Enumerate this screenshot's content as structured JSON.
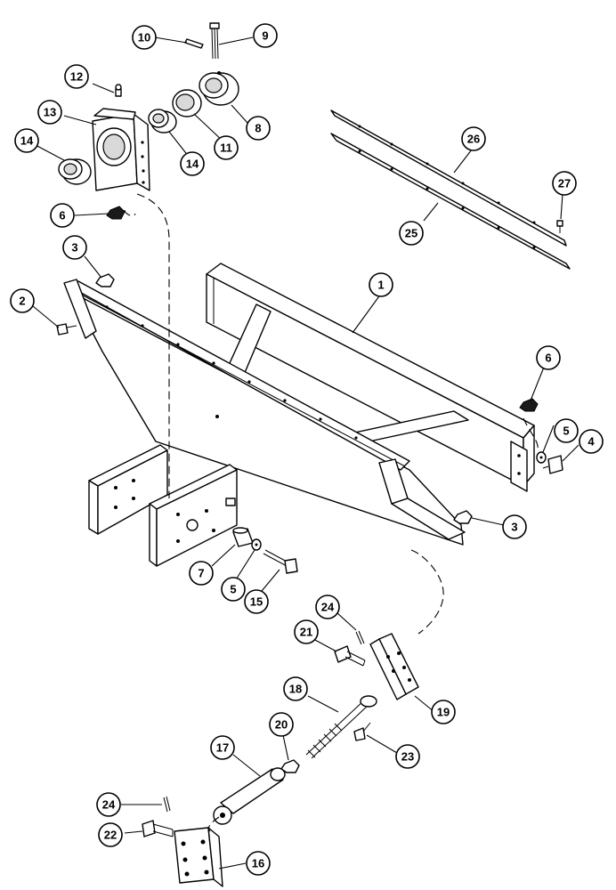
{
  "callouts": [
    {
      "id": "c1",
      "label": "1"
    },
    {
      "id": "c2",
      "label": "2"
    },
    {
      "id": "c3a",
      "label": "3"
    },
    {
      "id": "c3b",
      "label": "3"
    },
    {
      "id": "c4",
      "label": "4"
    },
    {
      "id": "c5a",
      "label": "5"
    },
    {
      "id": "c5b",
      "label": "5"
    },
    {
      "id": "c6a",
      "label": "6"
    },
    {
      "id": "c6b",
      "label": "6"
    },
    {
      "id": "c7",
      "label": "7"
    },
    {
      "id": "c8",
      "label": "8"
    },
    {
      "id": "c9",
      "label": "9"
    },
    {
      "id": "c10",
      "label": "10"
    },
    {
      "id": "c11",
      "label": "11"
    },
    {
      "id": "c12",
      "label": "12"
    },
    {
      "id": "c13",
      "label": "13"
    },
    {
      "id": "c14a",
      "label": "14"
    },
    {
      "id": "c14b",
      "label": "14"
    },
    {
      "id": "c15",
      "label": "15"
    },
    {
      "id": "c16",
      "label": "16"
    },
    {
      "id": "c17",
      "label": "17"
    },
    {
      "id": "c18",
      "label": "18"
    },
    {
      "id": "c19",
      "label": "19"
    },
    {
      "id": "c20",
      "label": "20"
    },
    {
      "id": "c21",
      "label": "21"
    },
    {
      "id": "c22",
      "label": "22"
    },
    {
      "id": "c23",
      "label": "23"
    },
    {
      "id": "c24a",
      "label": "24"
    },
    {
      "id": "c24b",
      "label": "24"
    },
    {
      "id": "c25",
      "label": "25"
    },
    {
      "id": "c26",
      "label": "26"
    },
    {
      "id": "c27",
      "label": "27"
    }
  ]
}
